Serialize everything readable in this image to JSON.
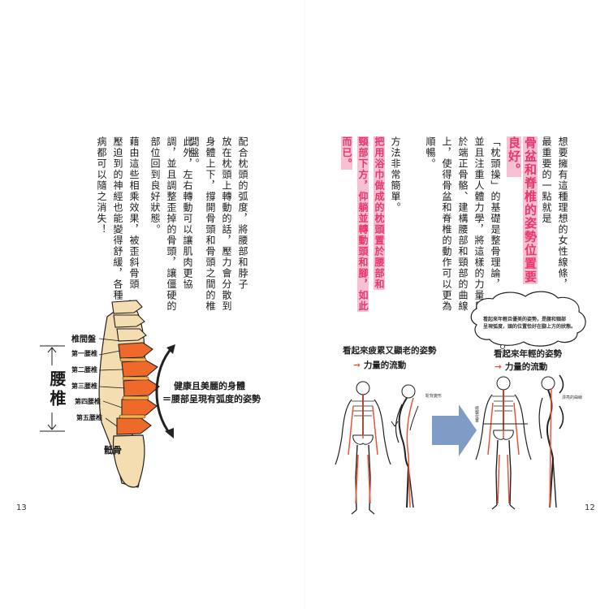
{
  "left_page": {
    "page_number": "13",
    "columns": [
      {
        "segments": [
          {
            "t": "配合枕頭的弧度，將腰部和脖子\n放在枕頭上轉動的話，壓力會分散到\n身體上下，撐開骨頭和骨頭之間的椎\n間盤。"
          }
        ]
      },
      {
        "segments": [
          {
            "t": "此外，左右轉動可以讓肌肉更協\n調，並且調整歪掉的骨頭，讓僵硬的\n部位回到良好狀態。"
          }
        ]
      },
      {
        "segments": [
          {
            "t": "藉由這些相乘效果，被歪斜骨頭\n壓迫到的神經也能變得舒緩，各種毛\n病都可以隨之消失！"
          }
        ]
      }
    ],
    "spine_labels": {
      "disc": "椎間盤",
      "l1": "第一腰椎",
      "l2": "第二腰椎",
      "l3": "第三腰椎",
      "l4": "第四腰椎",
      "l5": "第五腰椎",
      "lumbar": "腰椎",
      "sacrum": "骶骨"
    },
    "caption_line1": "健康且美麗的身體",
    "caption_line2": "＝腰部呈現有弧度的姿勢"
  },
  "right_page": {
    "page_number": "12",
    "para1": {
      "segments": [
        {
          "t": "想要擁有這種理想的女性線條，\n最重要的一點就是\n"
        },
        {
          "t": "骨盆和脊椎的姿勢位置要\n良好。",
          "hl": "big"
        }
      ]
    },
    "para2": {
      "segments": [
        {
          "t": "「枕頭操」的基礎是整骨理論，\n並且注重人體力學，將這樣的力量用\n於端正骨骼、建構腰部和頸部的曲線\n上，使得骨盆和脊椎的動作可以更為\n順暢。"
        }
      ]
    },
    "para3": {
      "segments": [
        {
          "t": "方法非常簡單。\n"
        },
        {
          "t": "把用浴巾做成的枕頭置於腰部和\n頸部下方，仰躺並轉動頭和腳，如此\n而已。",
          "hl": "small"
        }
      ]
    },
    "bad": {
      "title": "看起來疲累又顯老的姿勢",
      "flow": "力量的流動",
      "note": "駝背變形"
    },
    "good": {
      "title": "看起來年輕的姿勢",
      "flow": "力量的流動",
      "note": "漂亮的曲線",
      "bubble": "看起來年輕且優美的姿勢，是腰和頸部\n呈現弧度，頭的位置恰好在腳上方的狀態。"
    },
    "arrow_note": "修整位置"
  },
  "colors": {
    "pink_highlight_bg": "#f7c1d3",
    "pink_text": "#e8356b",
    "vertebra_orange": "#ef6a2a",
    "bone_beige": "#f4ddb0",
    "flow_red": "#e8543a",
    "arrow_blue": "#7f9cc7"
  }
}
